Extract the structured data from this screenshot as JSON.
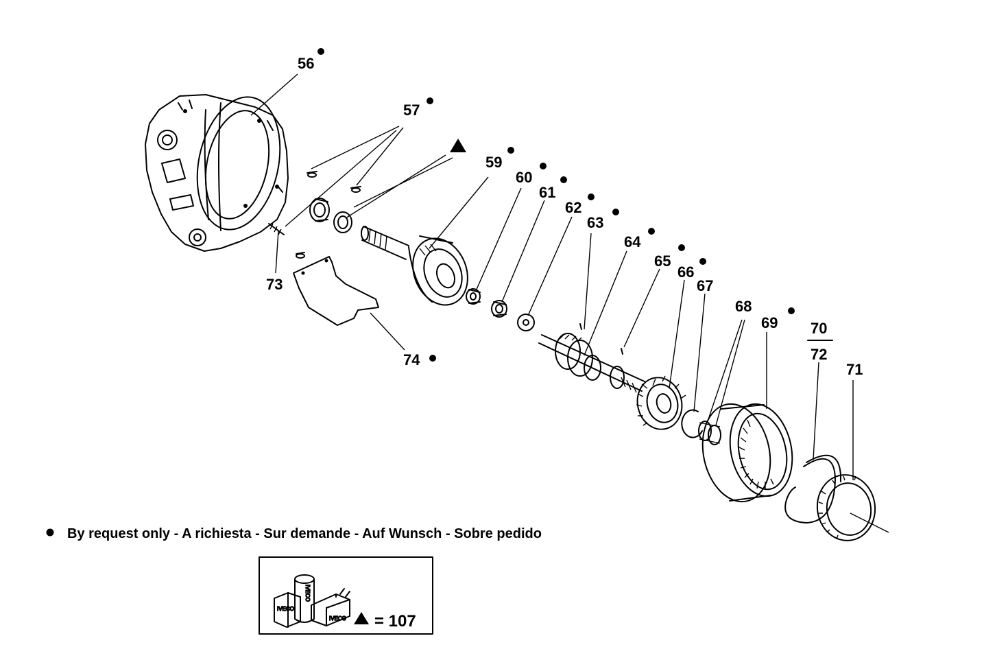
{
  "parts": [
    {
      "id": "p56",
      "number": "56",
      "by_request": true
    },
    {
      "id": "p57",
      "number": "57",
      "by_request": true
    },
    {
      "id": "p59",
      "number": "59",
      "by_request": true
    },
    {
      "id": "p60",
      "number": "60",
      "by_request": true
    },
    {
      "id": "p61",
      "number": "61",
      "by_request": true
    },
    {
      "id": "p62",
      "number": "62",
      "by_request": true
    },
    {
      "id": "p63",
      "number": "63",
      "by_request": true
    },
    {
      "id": "p64",
      "number": "64",
      "by_request": true
    },
    {
      "id": "p65",
      "number": "65",
      "by_request": true
    },
    {
      "id": "p66",
      "number": "66",
      "by_request": true
    },
    {
      "id": "p67",
      "number": "67",
      "by_request": false
    },
    {
      "id": "p68",
      "number": "68",
      "by_request": false
    },
    {
      "id": "p69",
      "number": "69",
      "by_request": true
    },
    {
      "id": "p70",
      "number": "70",
      "by_request": false
    },
    {
      "id": "p72",
      "number": "72",
      "by_request": false
    },
    {
      "id": "p71",
      "number": "71",
      "by_request": false
    },
    {
      "id": "p73",
      "number": "73",
      "by_request": false
    },
    {
      "id": "p74",
      "number": "74",
      "by_request": true
    }
  ],
  "legend": {
    "bullet_note": "By request only - A richiesta - Sur demande - Auf Wunsch - Sobre pedido"
  },
  "kit": {
    "equals_text": "= 107",
    "box_brand": "IVECO"
  },
  "colors": {
    "ink": "#000000",
    "paper": "#ffffff"
  }
}
